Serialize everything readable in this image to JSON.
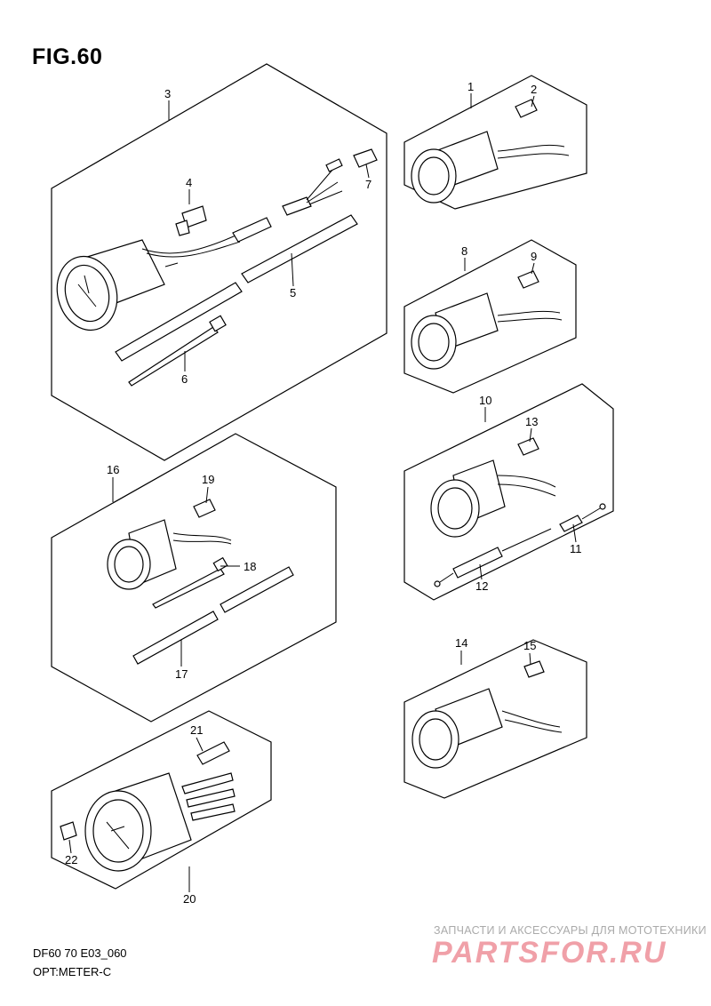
{
  "figure": {
    "title": "FIG.60",
    "code": "DF60 70 E03_060",
    "caption": "OPT:METER-C"
  },
  "watermark": {
    "subtitle": "ЗАПЧАСТИ И АКСЕССУАРЫ ДЛЯ МОТОТЕХНИКИ",
    "brand": "PARTSFOR.RU"
  },
  "parts": {
    "p1": "1",
    "p2": "2",
    "p3": "3",
    "p4": "4",
    "p5": "5",
    "p6": "6",
    "p7": "7",
    "p8": "8",
    "p9": "9",
    "p10": "10",
    "p11": "11",
    "p12": "12",
    "p13": "13",
    "p14": "14",
    "p15": "15",
    "p16": "16",
    "p17": "17",
    "p18": "18",
    "p19": "19",
    "p20": "20",
    "p21": "21",
    "p22": "22"
  }
}
